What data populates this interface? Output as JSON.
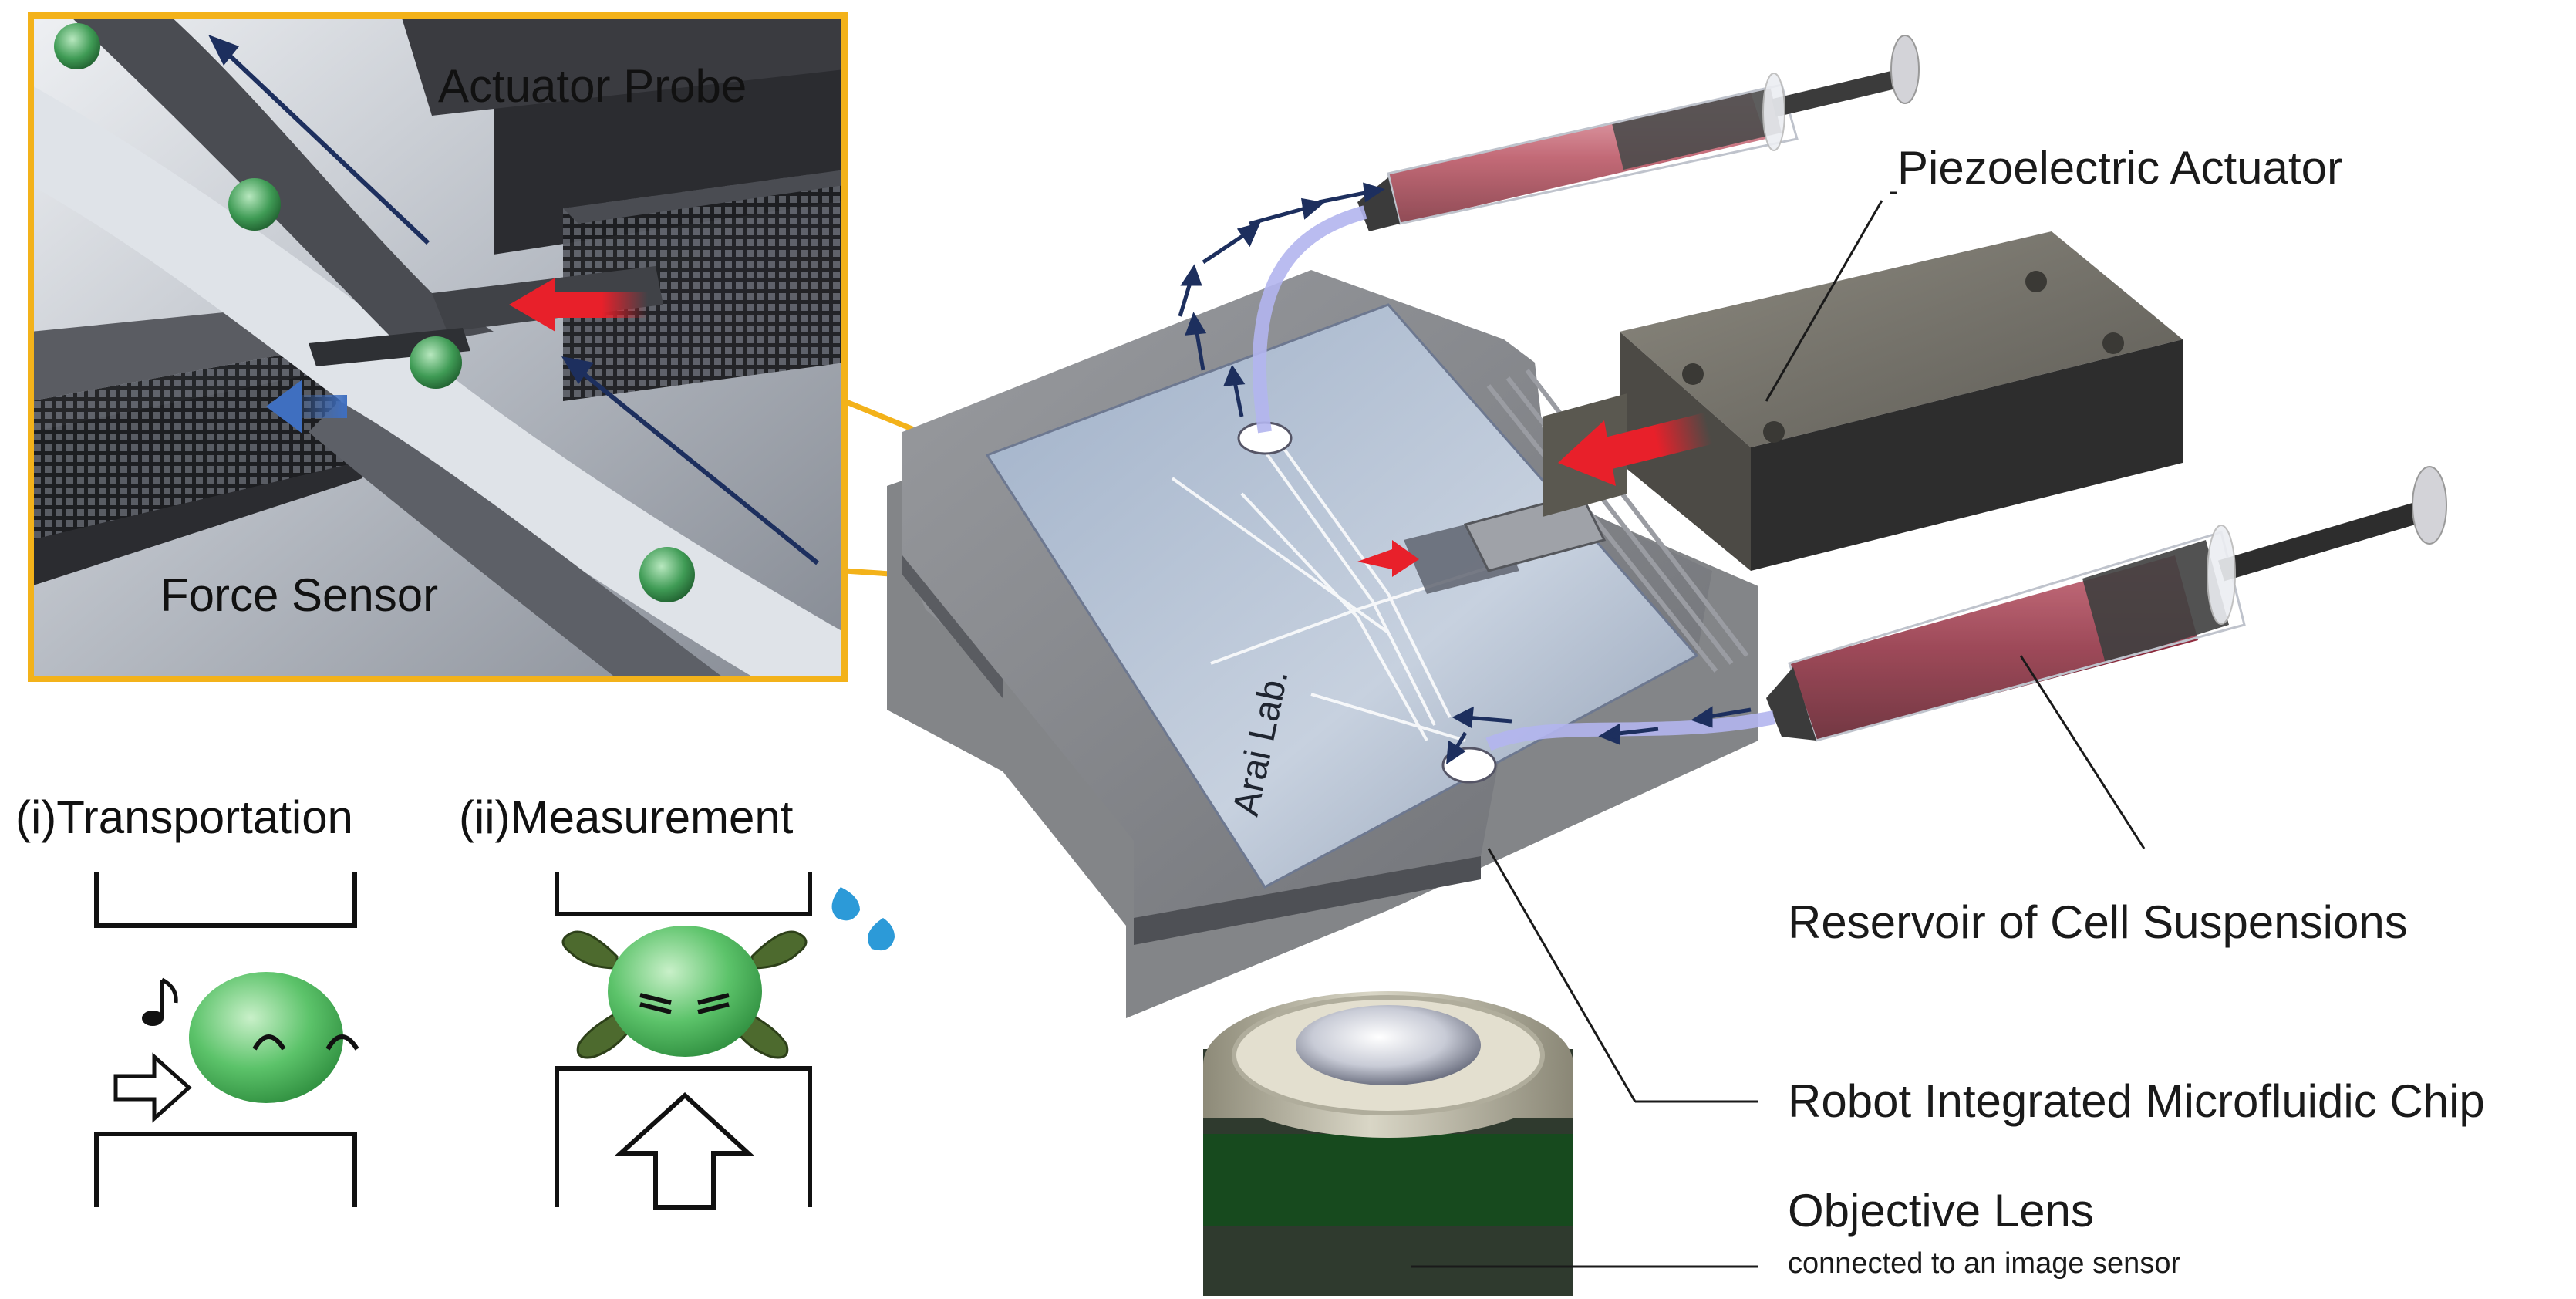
{
  "inset": {
    "actuator_probe_label": "Actuator  Probe",
    "force_sensor_label": "Force Sensor",
    "frame_color": "#f3b21a"
  },
  "labels": {
    "piezo": "Piezoelectric Actuator",
    "reservoir": "Reservoir of Cell Suspensions",
    "chip": "Robot Integrated Microfluidic Chip",
    "objective": "Objective Lens",
    "objective_sub": "connected to an image sensor",
    "chip_brand": "Arai Lab."
  },
  "steps": {
    "transport": "(i)Transportation",
    "measure": "(ii)Measurement"
  },
  "colors": {
    "cell": "#5cc36a",
    "arrow_red": "#e8202a",
    "arrow_blue": "#3f6fc0",
    "flow_arrow": "#1d2f5e",
    "syringe_fluid": "#b8505f"
  }
}
